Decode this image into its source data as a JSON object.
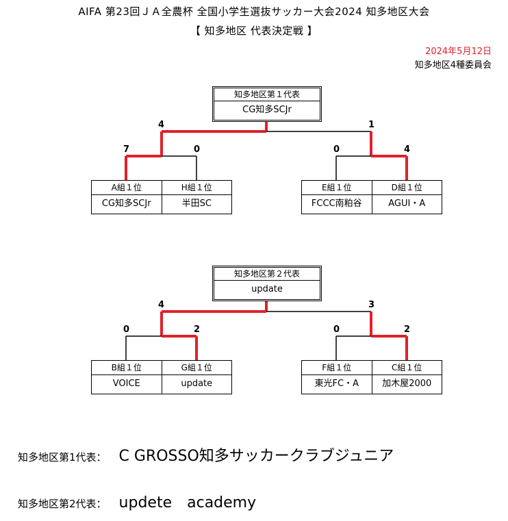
{
  "header": {
    "title": "AIFA 第23回ＪＡ全農杯 全国小学生選抜サッカー大会2024 知多地区大会",
    "subtitle": "【 知多地区 代表決定戦 】",
    "date": "2024年5月12日",
    "organizer": "知多地区4種委員会"
  },
  "bracket1": {
    "winner_label": "知多地区第１代表",
    "winner_team": "CG知多SCJr",
    "left_pair": [
      {
        "group": "A組１位",
        "team": "CG知多SCJr",
        "score": "7"
      },
      {
        "group": "H組１位",
        "team": "半田SC",
        "score": "0"
      }
    ],
    "right_pair": [
      {
        "group": "E組１位",
        "team": "FCCC南粕谷",
        "score": "0"
      },
      {
        "group": "D組１位",
        "team": "AGUI・A",
        "score": "4"
      }
    ],
    "final_left_score": "4",
    "final_right_score": "1"
  },
  "bracket2": {
    "winner_label": "知多地区第２代表",
    "winner_team": "update",
    "left_pair": [
      {
        "group": "B組１位",
        "team": "VOICE",
        "score": "0"
      },
      {
        "group": "G組１位",
        "team": "update",
        "score": "2"
      }
    ],
    "right_pair": [
      {
        "group": "F組１位",
        "team": "東光FC・A",
        "score": "0"
      },
      {
        "group": "C組１位",
        "team": "加木屋2000",
        "score": "2"
      }
    ],
    "final_left_score": "4",
    "final_right_score": "3"
  },
  "representatives": [
    {
      "label": "知多地区第1代表：",
      "name": "C GROSSO知多サッカークラブジュニア"
    },
    {
      "label": "知多地区第2代表：",
      "name": "updete　academy"
    }
  ],
  "colors": {
    "win_line": "#e0202a",
    "line": "#000000",
    "date_text": "#e0202a"
  }
}
